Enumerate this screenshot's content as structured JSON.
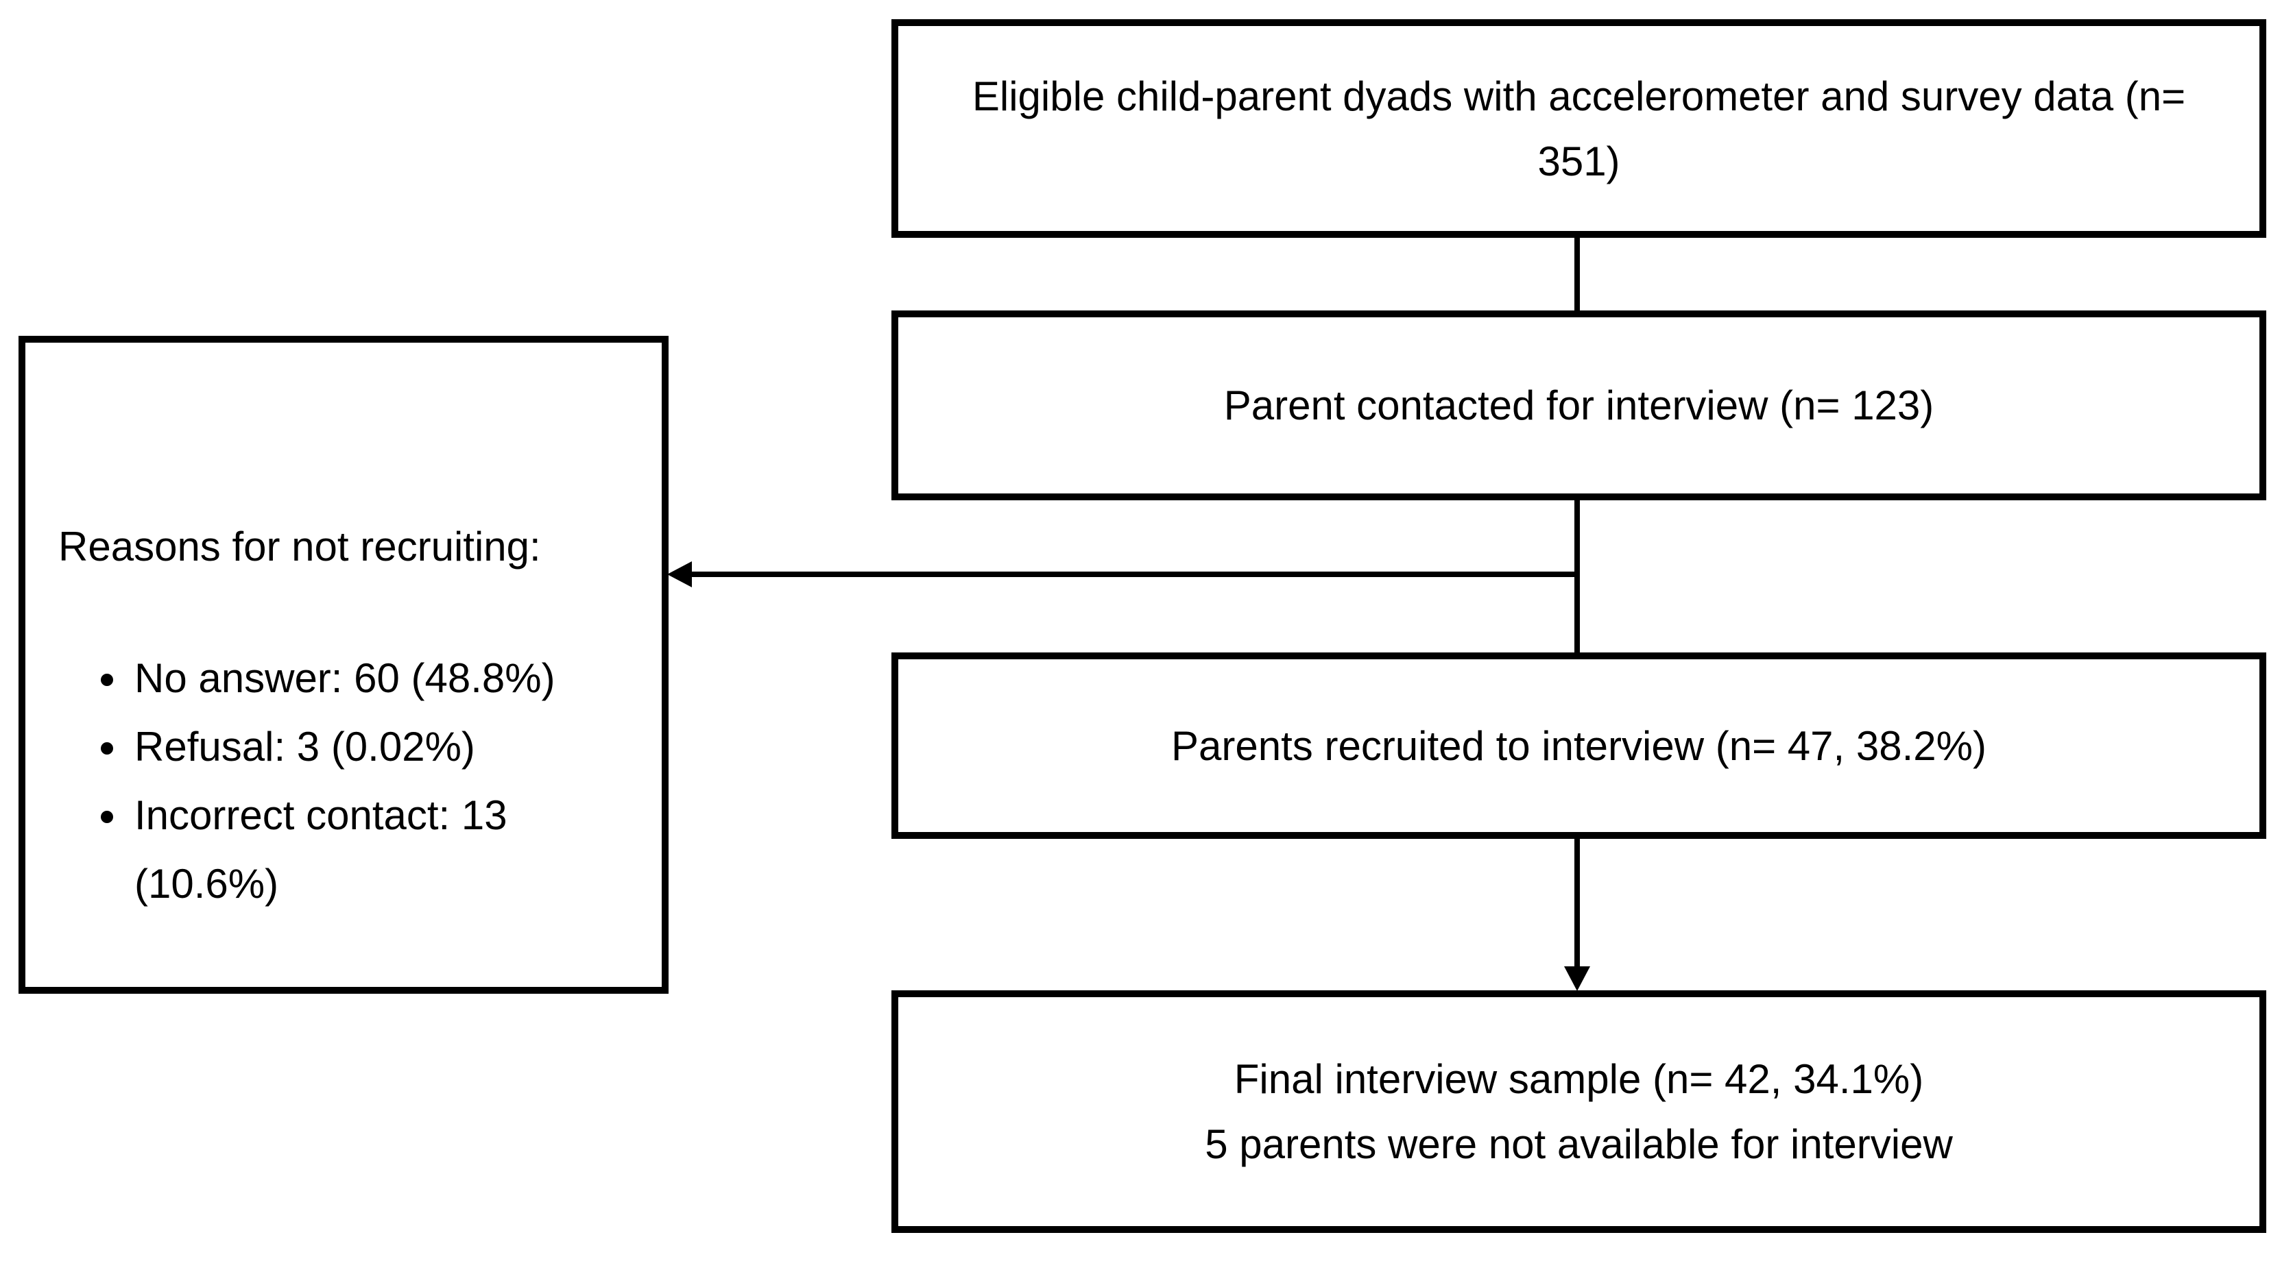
{
  "figure": {
    "type": "participant-flow-diagram",
    "colors": {
      "line": "#000000",
      "text": "#000000",
      "background": "#ffffff"
    },
    "flow": {
      "eligible": {
        "line1": "Eligible child-parent dyads with accelerometer and survey data (n=",
        "line2": "351)"
      },
      "contacted": {
        "label": "Parent contacted for interview (n= 123)"
      },
      "recruited": {
        "label": "Parents recruited to interview (n= 47, 38.2%)"
      },
      "final": {
        "line1": "Final interview sample (n= 42, 34.1%)",
        "line2": "5 parents were not available for interview"
      }
    },
    "reasons": {
      "title": "Reasons for not recruiting:",
      "items": [
        "No answer: 60 (48.8%)",
        "Refusal: 3 (0.02%)",
        "Incorrect contact: 13 (10.6%)"
      ]
    }
  }
}
